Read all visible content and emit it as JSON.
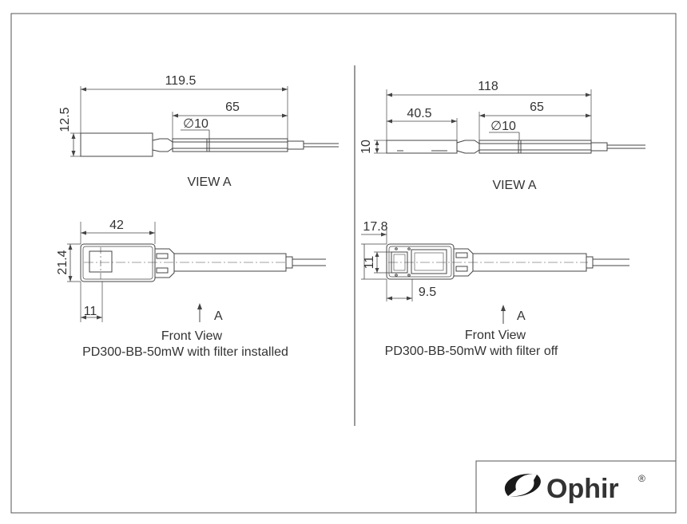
{
  "left": {
    "side": {
      "overall_length": "119.5",
      "cable_section": "65",
      "height": "12.5",
      "diameter": "∅10",
      "view_label": "VIEW A"
    },
    "front": {
      "width": "42",
      "height": "21.4",
      "aperture": "11",
      "arrow_label": "A",
      "caption_title": "Front View",
      "caption_model": "PD300-BB-50mW with filter installed"
    }
  },
  "right": {
    "side": {
      "overall_length": "118",
      "head_length": "40.5",
      "cable_section": "65",
      "height": "10",
      "diameter": "∅10",
      "view_label": "VIEW A"
    },
    "front": {
      "width": "17.8",
      "aperture": "11",
      "offset": "9.5",
      "arrow_label": "A",
      "caption_title": "Front View",
      "caption_model": "PD300-BB-50mW with filter off"
    }
  },
  "logo": {
    "brand": "Ophir",
    "registered": "®",
    "icon": "ophir-swoosh-icon"
  }
}
